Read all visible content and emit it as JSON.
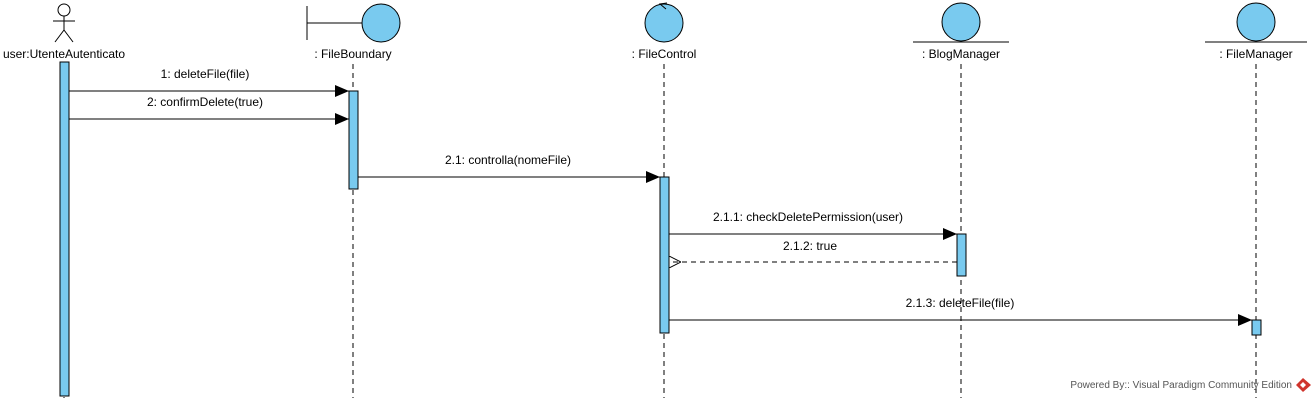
{
  "diagram": {
    "lifelines": [
      {
        "name": "user:UtenteAutenticato",
        "kind": "actor"
      },
      {
        "name": ": FileBoundary",
        "kind": "boundary"
      },
      {
        "name": ": FileControl",
        "kind": "control"
      },
      {
        "name": ": BlogManager",
        "kind": "entity"
      },
      {
        "name": ": FileManager",
        "kind": "entity"
      }
    ],
    "messages": [
      {
        "label": "1: deleteFile(file)",
        "from": "user:UtenteAutenticato",
        "to": ": FileBoundary",
        "style": "sync"
      },
      {
        "label": "2: confirmDelete(true)",
        "from": "user:UtenteAutenticato",
        "to": ": FileBoundary",
        "style": "sync"
      },
      {
        "label": "2.1: controlla(nomeFile)",
        "from": ": FileBoundary",
        "to": ": FileControl",
        "style": "sync"
      },
      {
        "label": "2.1.1: checkDeletePermission(user)",
        "from": ": FileControl",
        "to": ": BlogManager",
        "style": "sync"
      },
      {
        "label": "2.1.2: true",
        "from": ": BlogManager",
        "to": ": FileControl",
        "style": "return"
      },
      {
        "label": "2.1.3: deleteFile(file)",
        "from": ": FileControl",
        "to": ": FileManager",
        "style": "sync"
      }
    ],
    "colors": {
      "fill": "#79CAEF",
      "line": "#000000",
      "watermark_logo": "#D0342C"
    }
  },
  "footer": {
    "powered_by": "Powered By:: Visual Paradigm Community Edition"
  }
}
